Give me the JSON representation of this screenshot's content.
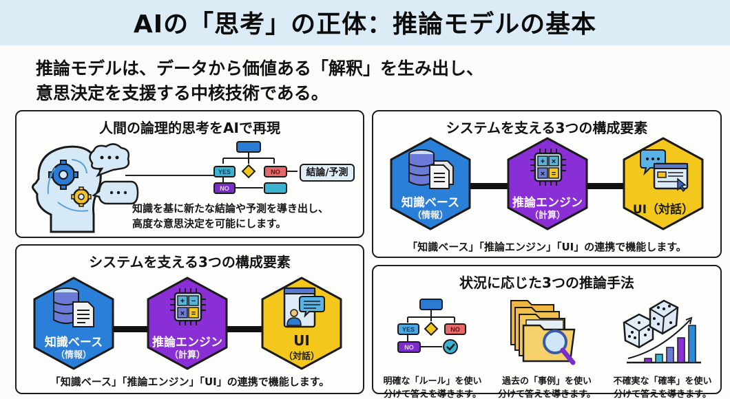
{
  "header": {
    "title": "AIの「思考」の正体：推論モデルの基本"
  },
  "lead": {
    "line1": "推論モデルは、データから価値ある「解釈」を生み出し、",
    "line2": "意思決定を支援する中核技術である。"
  },
  "panel_reasoning": {
    "title": "人間の論理的思考をAIで再現",
    "icons": [
      "head-gears-icon",
      "thought-bubble-icon",
      "speech-bubble-icon",
      "flowchart-icon"
    ],
    "flow": {
      "yes_label": "YES",
      "no_label": "NO",
      "no2_label": "NO",
      "result_label": "結論/予測"
    },
    "desc_line1": "知識を基に新たな結論や予測を導き出し、",
    "desc_line2": "高度な意思決定を可能にします。"
  },
  "panel_components_left": {
    "title": "システムを支える3つの構成要素",
    "components": [
      {
        "label": "知識ベース",
        "sub": "（情報）",
        "icon": "database-document-icon",
        "color": "#2a7fd8"
      },
      {
        "label": "推論エンジン",
        "sub": "（計算）",
        "icon": "calculator-chip-icon",
        "color": "#8a2fd6"
      },
      {
        "label": "UI",
        "sub": "（対話）",
        "icon": "user-chat-window-icon",
        "color": "#f4c71c"
      }
    ],
    "caption": "「知識ベース」「推論エンジン」「UI」の連携で機能します。"
  },
  "panel_components_right": {
    "title": "システムを支える3つの構成要素",
    "components": [
      {
        "label": "知識ベース",
        "sub": "（情報）",
        "icon": "database-documents-icon",
        "color": "#2a7fd8"
      },
      {
        "label": "推論エンジン",
        "sub": "（計算）",
        "icon": "calculator-chip-icon",
        "color": "#8a2fd6"
      },
      {
        "label": "UI（対話）",
        "sub": "",
        "icon": "chat-browser-cursor-icon",
        "color": "#f4c71c"
      }
    ],
    "caption": "「知識ベース」「推論エンジン」「UI」の連携で機能します。"
  },
  "panel_methods": {
    "title": "状況に応じた3つの推論手法",
    "methods": [
      {
        "icon": "rule-flowchart-icon",
        "line1": "明確な「ルール」を使い",
        "line2": "分けて答えを導きます。",
        "yes": "YES",
        "no": "NO",
        "no2": "NO"
      },
      {
        "icon": "folders-magnifier-icon",
        "line1": "過去の「事例」を使い",
        "line2": "分けて答えを導きます。"
      },
      {
        "icon": "dice-bar-chart-icon",
        "line1": "不確実な「確率」を使い",
        "line2": "分けて答えを導きます。"
      }
    ]
  },
  "colors": {
    "header_bg": "#dcecf6",
    "blue": "#2a7fd8",
    "purple": "#8a2fd6",
    "yellow": "#f4c71c",
    "teal": "#3bb3d0",
    "red": "#e46a6a"
  }
}
